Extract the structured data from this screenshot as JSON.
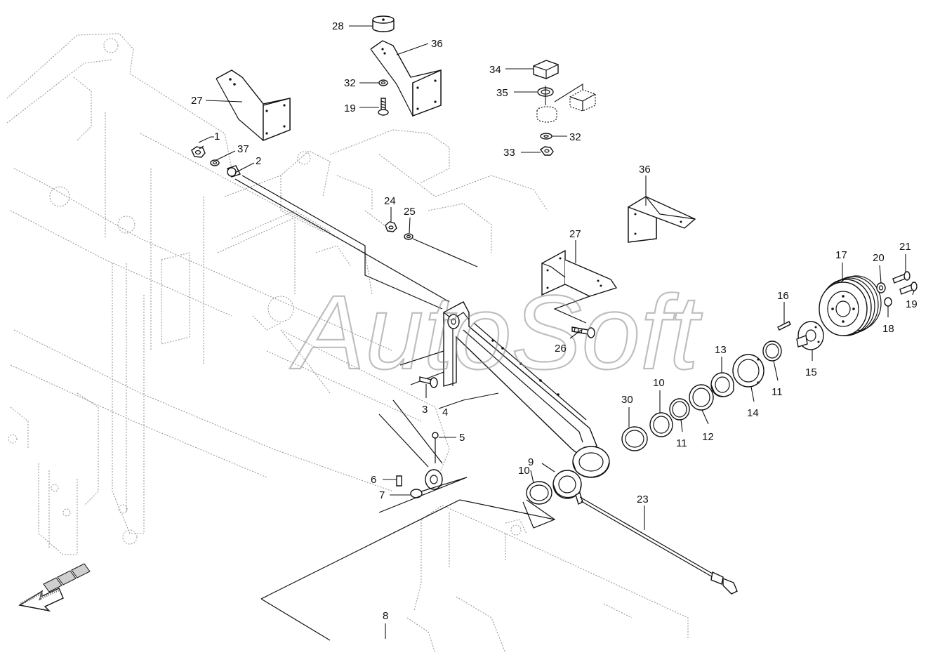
{
  "watermark": "AutoSoft",
  "callouts": [
    {
      "id": "c1",
      "text": "1"
    },
    {
      "id": "c2",
      "text": "2"
    },
    {
      "id": "c3",
      "text": "3"
    },
    {
      "id": "c4",
      "text": "4"
    },
    {
      "id": "c5",
      "text": "5"
    },
    {
      "id": "c6",
      "text": "6"
    },
    {
      "id": "c7",
      "text": "7"
    },
    {
      "id": "c8",
      "text": "8"
    },
    {
      "id": "c9",
      "text": "9"
    },
    {
      "id": "c10a",
      "text": "10"
    },
    {
      "id": "c10b",
      "text": "10"
    },
    {
      "id": "c11a",
      "text": "11"
    },
    {
      "id": "c11b",
      "text": "11"
    },
    {
      "id": "c12",
      "text": "12"
    },
    {
      "id": "c13",
      "text": "13"
    },
    {
      "id": "c14",
      "text": "14"
    },
    {
      "id": "c15",
      "text": "15"
    },
    {
      "id": "c16",
      "text": "16"
    },
    {
      "id": "c17",
      "text": "17"
    },
    {
      "id": "c18",
      "text": "18"
    },
    {
      "id": "c19a",
      "text": "19"
    },
    {
      "id": "c19b",
      "text": "19"
    },
    {
      "id": "c20",
      "text": "20"
    },
    {
      "id": "c21",
      "text": "21"
    },
    {
      "id": "c23",
      "text": "23"
    },
    {
      "id": "c24",
      "text": "24"
    },
    {
      "id": "c25",
      "text": "25"
    },
    {
      "id": "c26",
      "text": "26"
    },
    {
      "id": "c27a",
      "text": "27"
    },
    {
      "id": "c27b",
      "text": "27"
    },
    {
      "id": "c28",
      "text": "28"
    },
    {
      "id": "c30",
      "text": "30"
    },
    {
      "id": "c32a",
      "text": "32"
    },
    {
      "id": "c32b",
      "text": "32"
    },
    {
      "id": "c33",
      "text": "33"
    },
    {
      "id": "c34",
      "text": "34"
    },
    {
      "id": "c35",
      "text": "35"
    },
    {
      "id": "c36a",
      "text": "36"
    },
    {
      "id": "c36b",
      "text": "36"
    },
    {
      "id": "c37",
      "text": "37"
    }
  ]
}
